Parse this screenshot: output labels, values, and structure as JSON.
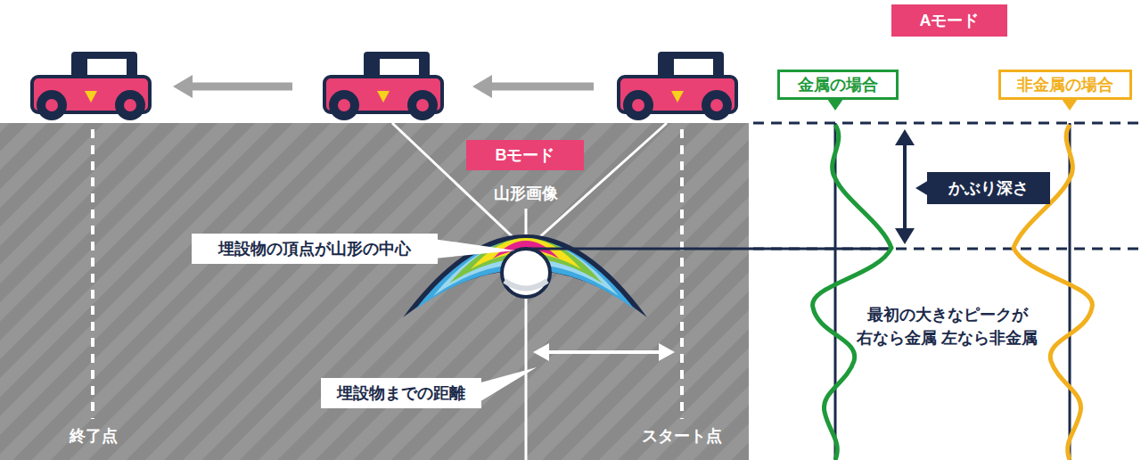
{
  "diagram": {
    "nodes": [
      {
        "text": [
          "Aモード"
        ]
      },
      {
        "text": [
          "金属の場合"
        ]
      },
      {
        "text": [
          "非金属の場合"
        ]
      },
      {
        "text": [
          "Bモード"
        ]
      },
      {
        "text": [
          "かぶり深さ"
        ]
      },
      {
        "text": [
          "埋設物の頂点が山形の中心"
        ]
      },
      {
        "text": [
          "埋設物までの距離"
        ]
      }
    ],
    "labels": [
      "山形画像",
      "最初の大きなピークが 右なら金属 左なら非金属",
      "終了点",
      "スタート点"
    ]
  }
}
